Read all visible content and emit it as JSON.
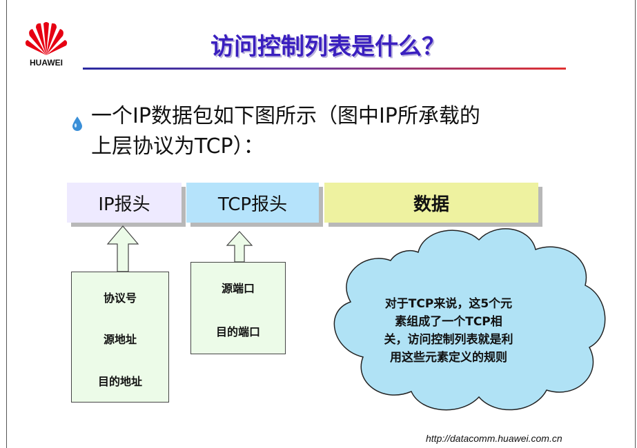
{
  "brand": {
    "name": "HUAWEI",
    "logo_icon": "huawei-petals-icon",
    "logo_color": "#e60012"
  },
  "title": "访问控制列表是什么？",
  "bullet": {
    "icon": "water-drop-icon",
    "text_line1": "一个IP数据包如下图所示（图中IP所承载的",
    "text_line2": "上层协议为TCP）："
  },
  "packet": {
    "ip_header": "IP报头",
    "tcp_header": "TCP报头",
    "data": "数据"
  },
  "ip_fields": [
    "协议号",
    "源地址",
    "目的地址"
  ],
  "tcp_fields": [
    "源端口",
    "目的端口"
  ],
  "cloud": {
    "lines": [
      "对于TCP来说，这5个元",
      "素组成了一个TCP相",
      "关，访问控制列表就是利",
      "用这些元素定义的规则"
    ]
  },
  "footer": {
    "url": "http://datacomm.huawei.com.cn"
  },
  "colors": {
    "title": "#3a1fbf",
    "ip_box": "#eeeaff",
    "tcp_box": "#b5e3fb",
    "data_box": "#eef2a0",
    "field_box": "#ecfbe8",
    "cloud": "#b0e2f5"
  }
}
